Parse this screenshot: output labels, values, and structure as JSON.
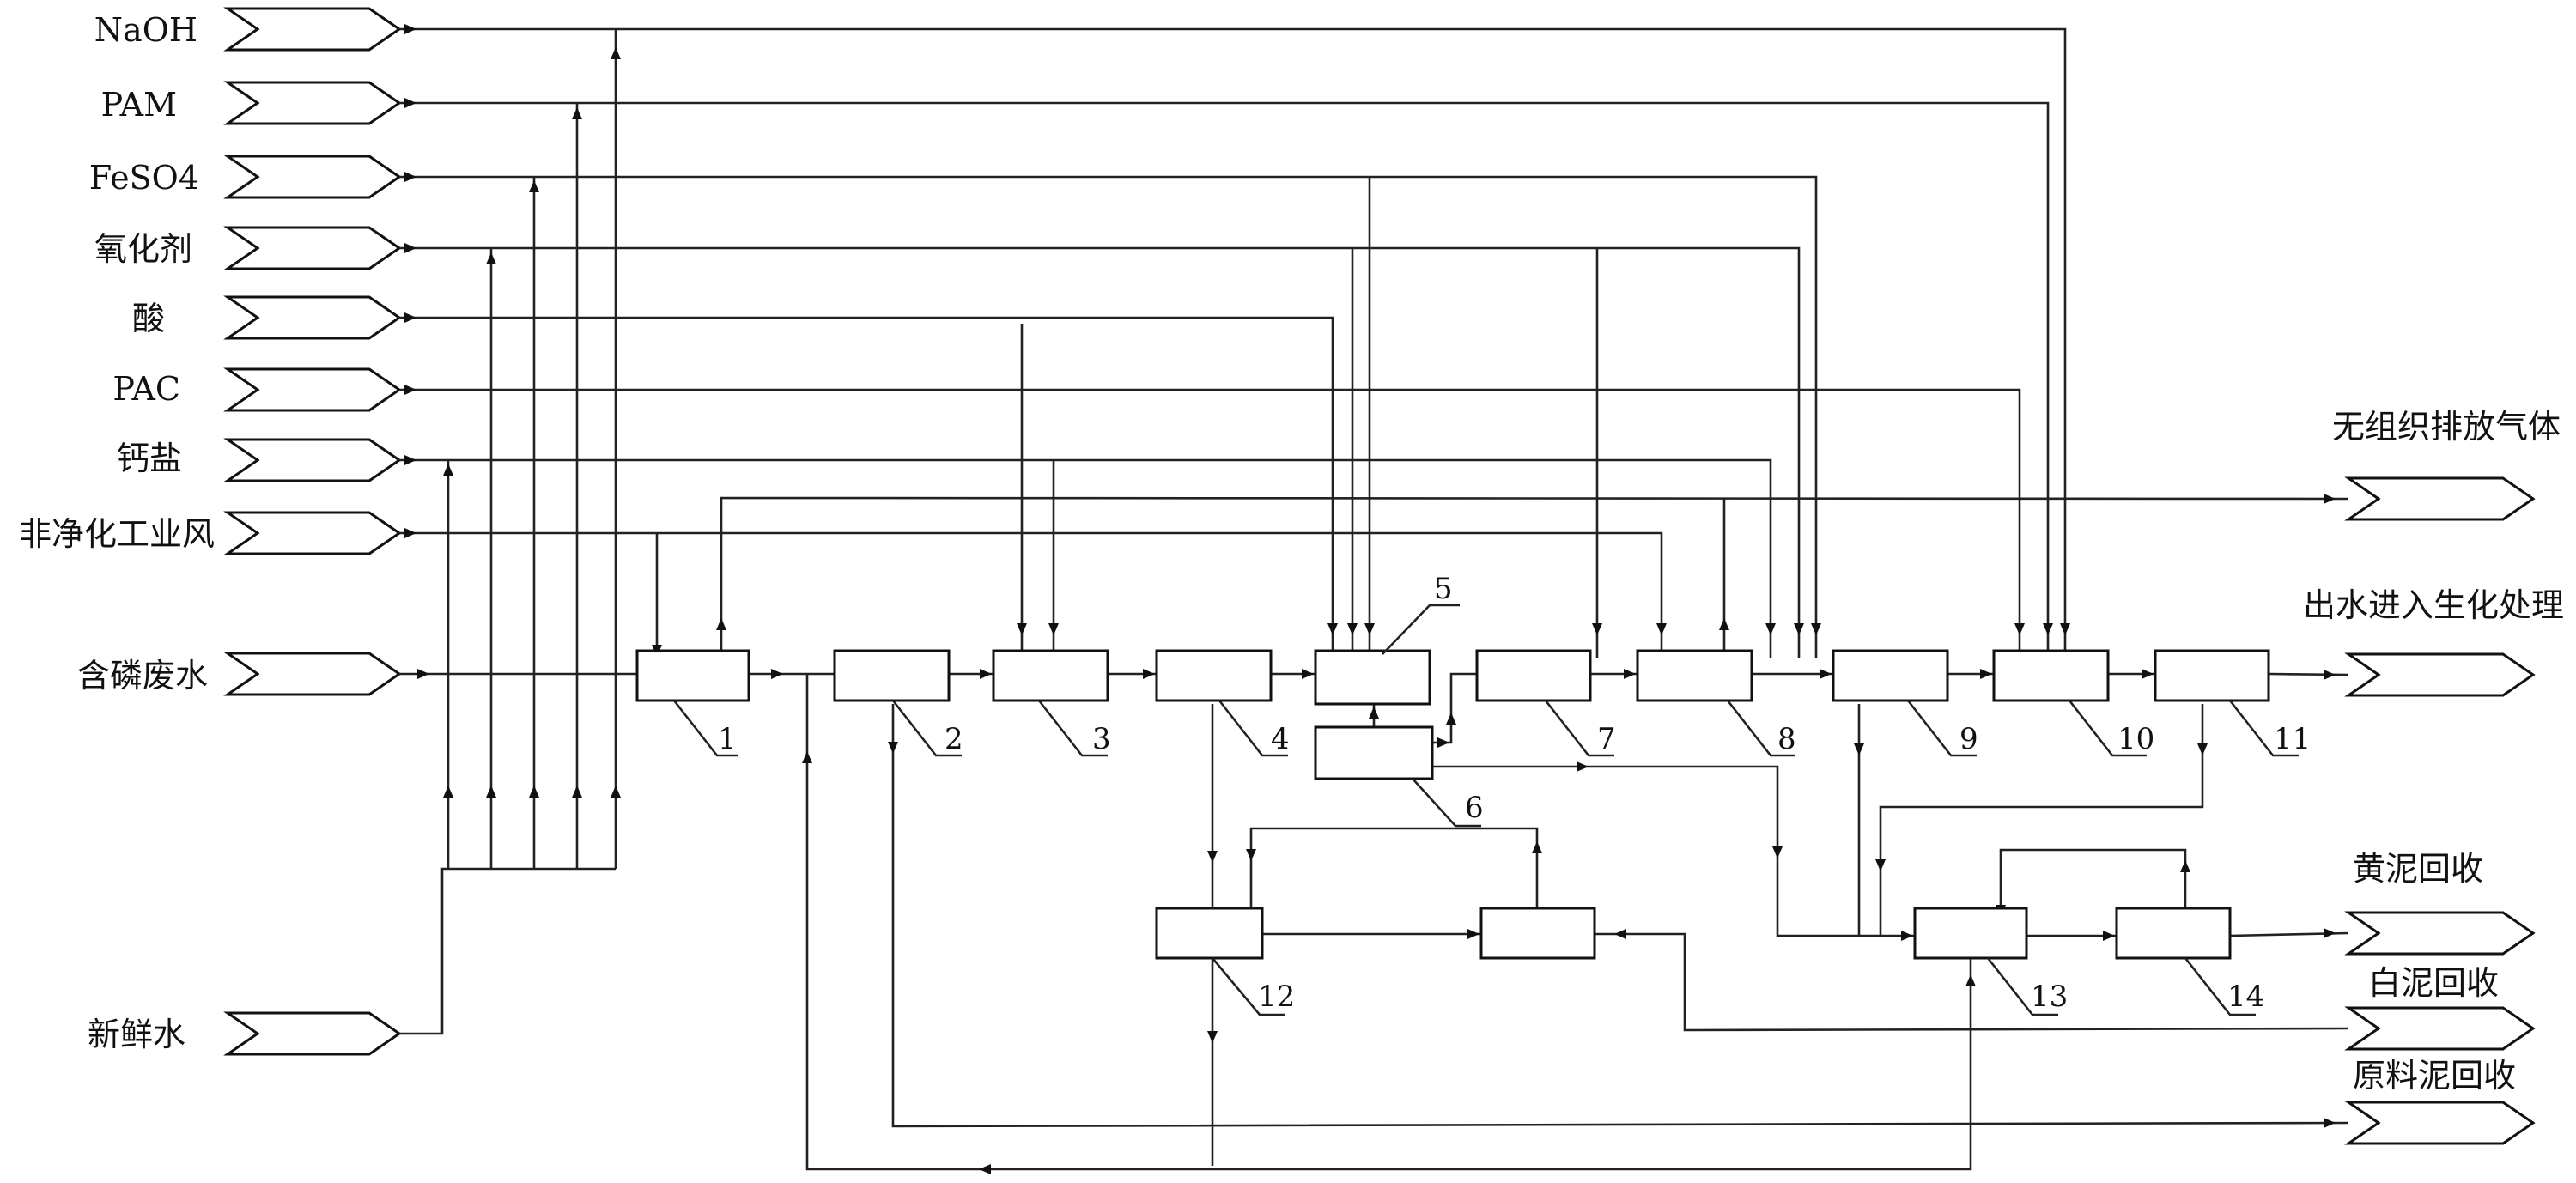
{
  "inputs": [
    {
      "id": "naoh",
      "label": "NaOH"
    },
    {
      "id": "pam",
      "label": "PAM"
    },
    {
      "id": "feso4",
      "label": "FeSO4"
    },
    {
      "id": "oxidant",
      "label": "氧化剂"
    },
    {
      "id": "acid",
      "label": "酸"
    },
    {
      "id": "pac",
      "label": "PAC"
    },
    {
      "id": "calcium",
      "label": "钙盐"
    },
    {
      "id": "air",
      "label": "非净化工业风"
    },
    {
      "id": "wastewater",
      "label": "含磷废水"
    },
    {
      "id": "freshwater",
      "label": "新鲜水"
    }
  ],
  "outputs": [
    {
      "id": "gas",
      "label": "无组织排放气体"
    },
    {
      "id": "effluent",
      "label": "出水进入生化处理"
    },
    {
      "id": "yellow",
      "label": "黄泥回收"
    },
    {
      "id": "white",
      "label": "白泥回收"
    },
    {
      "id": "raw",
      "label": "原料泥回收"
    }
  ],
  "units": [
    "1",
    "2",
    "3",
    "4",
    "5",
    "6",
    "7",
    "8",
    "9",
    "10",
    "11",
    "12",
    "13",
    "14"
  ]
}
